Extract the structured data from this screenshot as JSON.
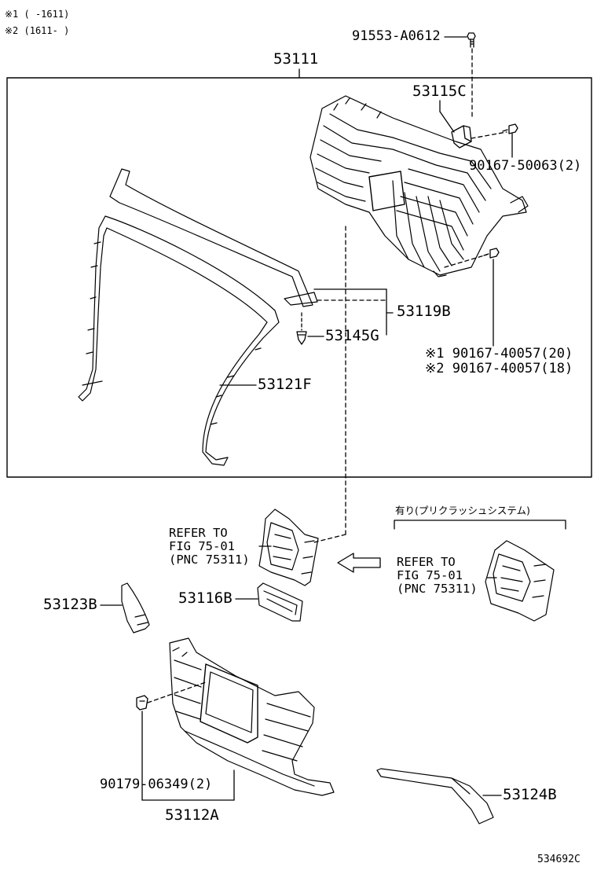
{
  "notes": {
    "note1": "※1 (        -1611)",
    "note2": "※2 (1611-         )"
  },
  "parts": {
    "p91553": "91553-A0612",
    "p53111": "53111",
    "p53115C": "53115C",
    "p90167_50063": "90167-50063(2)",
    "p53119B": "53119B",
    "p53145G": "53145G",
    "p90167_40057_a": "※1 90167-40057(20)",
    "p90167_40057_b": "※2 90167-40057(18)",
    "p53121F": "53121F",
    "p53123B": "53123B",
    "p53116B": "53116B",
    "p90179": "90179-06349(2)",
    "p53112A": "53112A",
    "p53124B": "53124B"
  },
  "refer_left": "REFER TO\nFIG 75-01\n(PNC 75311)",
  "refer_right": "REFER TO\nFIG 75-01\n(PNC 75311)",
  "option_label": "有り(プリクラッシュシステム)",
  "diagram_id": "534692C"
}
